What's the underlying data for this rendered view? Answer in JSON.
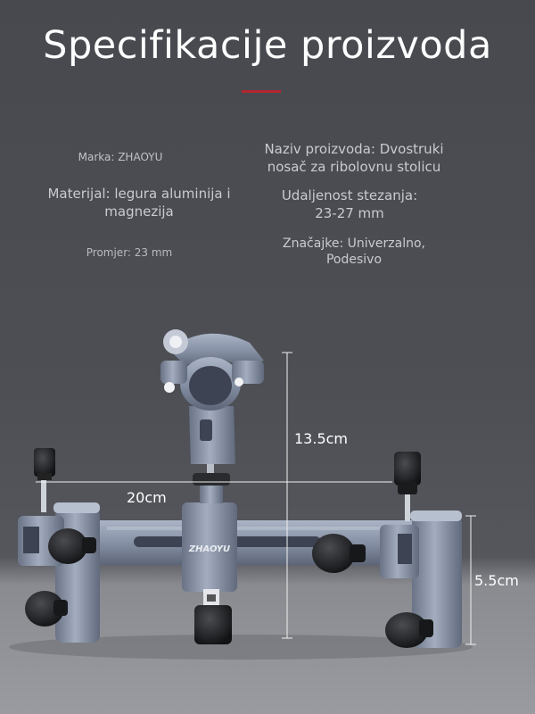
{
  "title": "Specifikacije proizvoda",
  "specs": {
    "brand": "Marka: ZHAOYU",
    "product_name": "Naziv proizvoda: Dvostruki nosač za ribolovnu stolicu",
    "material": "Materijal: legura aluminija i magnezija",
    "clamp_distance": "Udaljenost stezanja: 23-27 mm",
    "diameter": "Promjer: 23 mm",
    "features": "Značajke: Univerzalno, Podesivo"
  },
  "product": {
    "logo": "ZHAOYU",
    "dimensions": {
      "width": "20cm",
      "height": "13.5cm",
      "depth": "5.5cm"
    }
  },
  "colors": {
    "accent": "#b2262f",
    "background": "#4a4c52",
    "metal": "#8e98ac"
  }
}
